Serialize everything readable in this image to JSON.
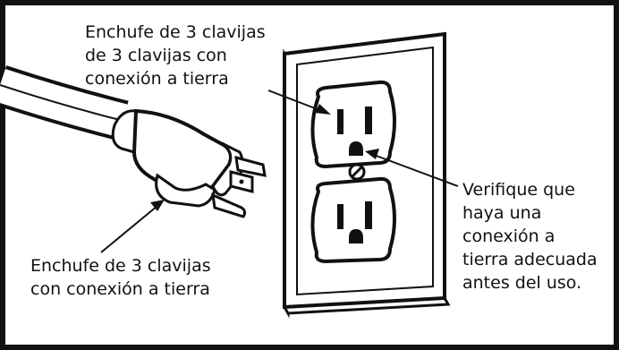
{
  "colors": {
    "ink": "#111111",
    "plate_bg": "#ffffff",
    "frame_border": "#111111"
  },
  "callouts": {
    "outlet_plug_label": {
      "lines": [
        "Enchufe de 3 clavijas",
        "de 3 clavijas con",
        "conexión a tierra"
      ]
    },
    "cord_plug_label": {
      "lines": [
        "Enchufe de 3 clavijas",
        "con conexión a tierra"
      ]
    },
    "ground_check_label": {
      "lines": [
        "Verifique que",
        "haya una",
        "conexión a",
        "tierra adecuada",
        "antes del uso."
      ]
    }
  }
}
